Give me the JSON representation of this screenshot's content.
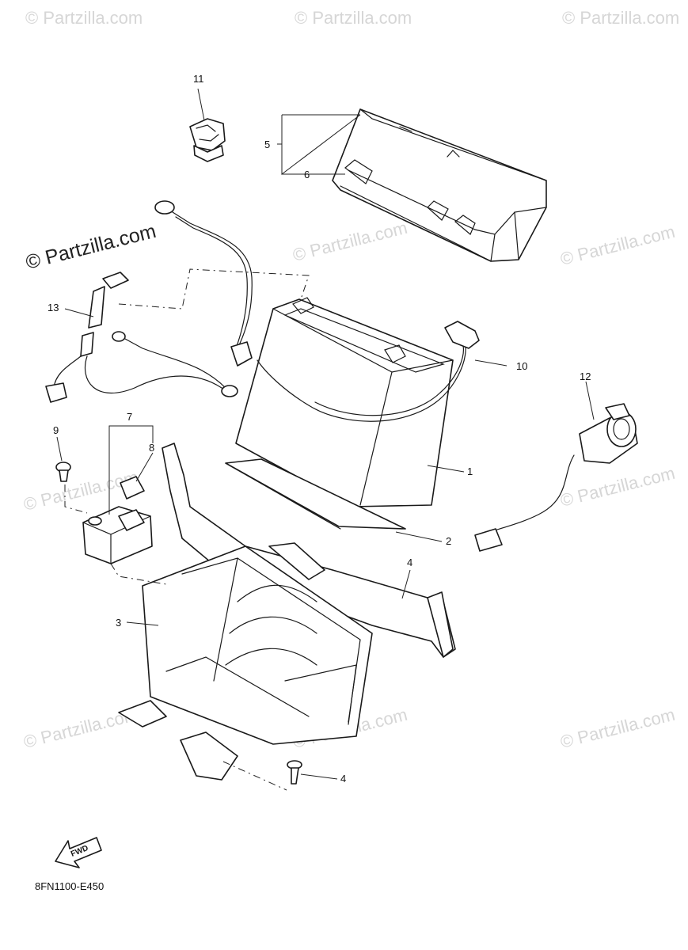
{
  "watermark": {
    "text": "© Partzilla.com",
    "main_text": "© Partzilla.com"
  },
  "callouts": {
    "p1": "1",
    "p2": "2",
    "p3": "3",
    "p4a": "4",
    "p4b": "4",
    "p5": "5",
    "p6": "6",
    "p7": "7",
    "p8": "8",
    "p9": "9",
    "p10": "10",
    "p11": "11",
    "p12": "12",
    "p13": "13"
  },
  "fwd_label": "FWD",
  "diagram_code": "8FN1100-E450",
  "colors": {
    "line": "#1a1a1a",
    "watermark": "#d6d6d6"
  }
}
